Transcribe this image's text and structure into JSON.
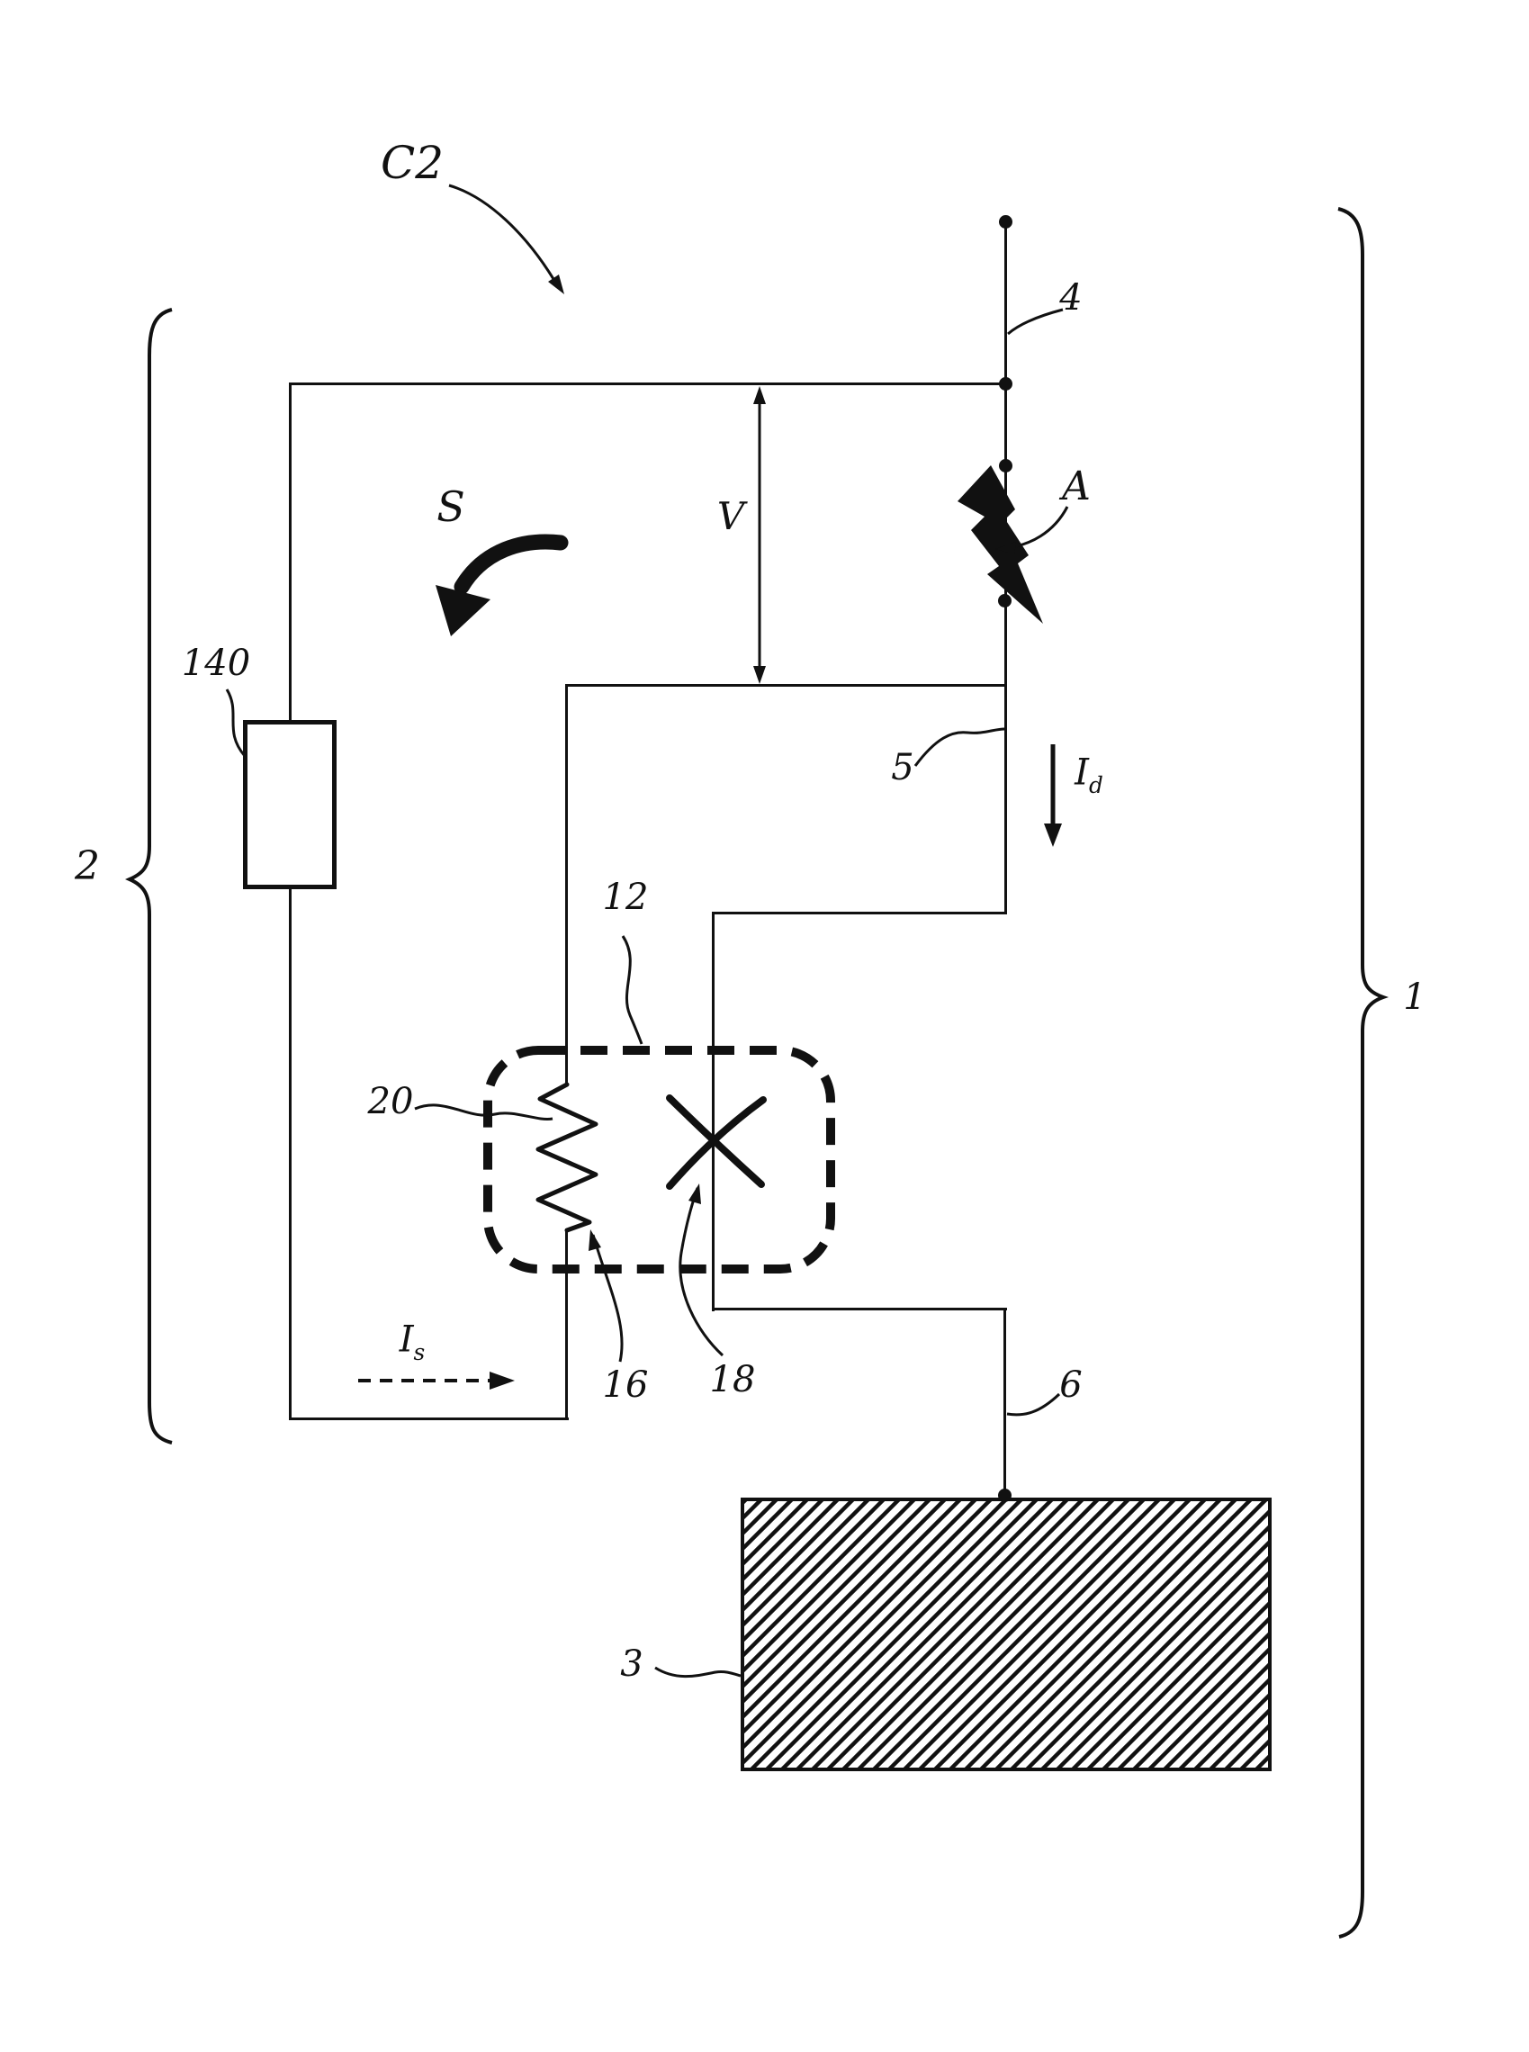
{
  "figure": {
    "background": "#ffffff",
    "ink_color": "#111111",
    "labels": {
      "circuit_ref": "C2",
      "line4": "4",
      "strike": "A",
      "voltage": "V",
      "signal": "S",
      "component140": "140",
      "group2": "2",
      "module12": "12",
      "resistor20": "20",
      "line5": "5",
      "current_d_main": "I",
      "current_d_sub": "d",
      "lead16": "16",
      "lead18": "18",
      "current_s_main": "I",
      "current_s_sub": "s",
      "line6": "6",
      "plane3": "3",
      "group1": "1"
    }
  }
}
